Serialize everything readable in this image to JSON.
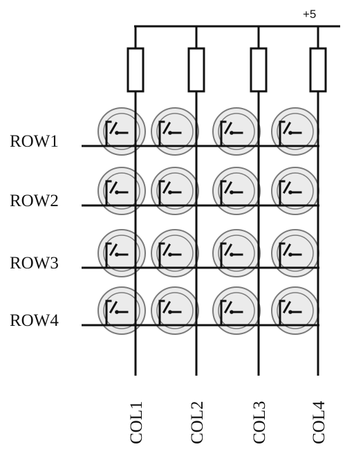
{
  "supply_label": "+5",
  "rows": [
    "ROW1",
    "ROW2",
    "ROW3",
    "ROW4"
  ],
  "columns": [
    "COL1",
    "COL2",
    "COL3",
    "COL4"
  ],
  "colors": {
    "wire": "#111111",
    "resistor_fill": "#ffffff",
    "key_circle": "#7a7a7a",
    "key_fill": "#ebebeb",
    "background": "#ffffff"
  }
}
